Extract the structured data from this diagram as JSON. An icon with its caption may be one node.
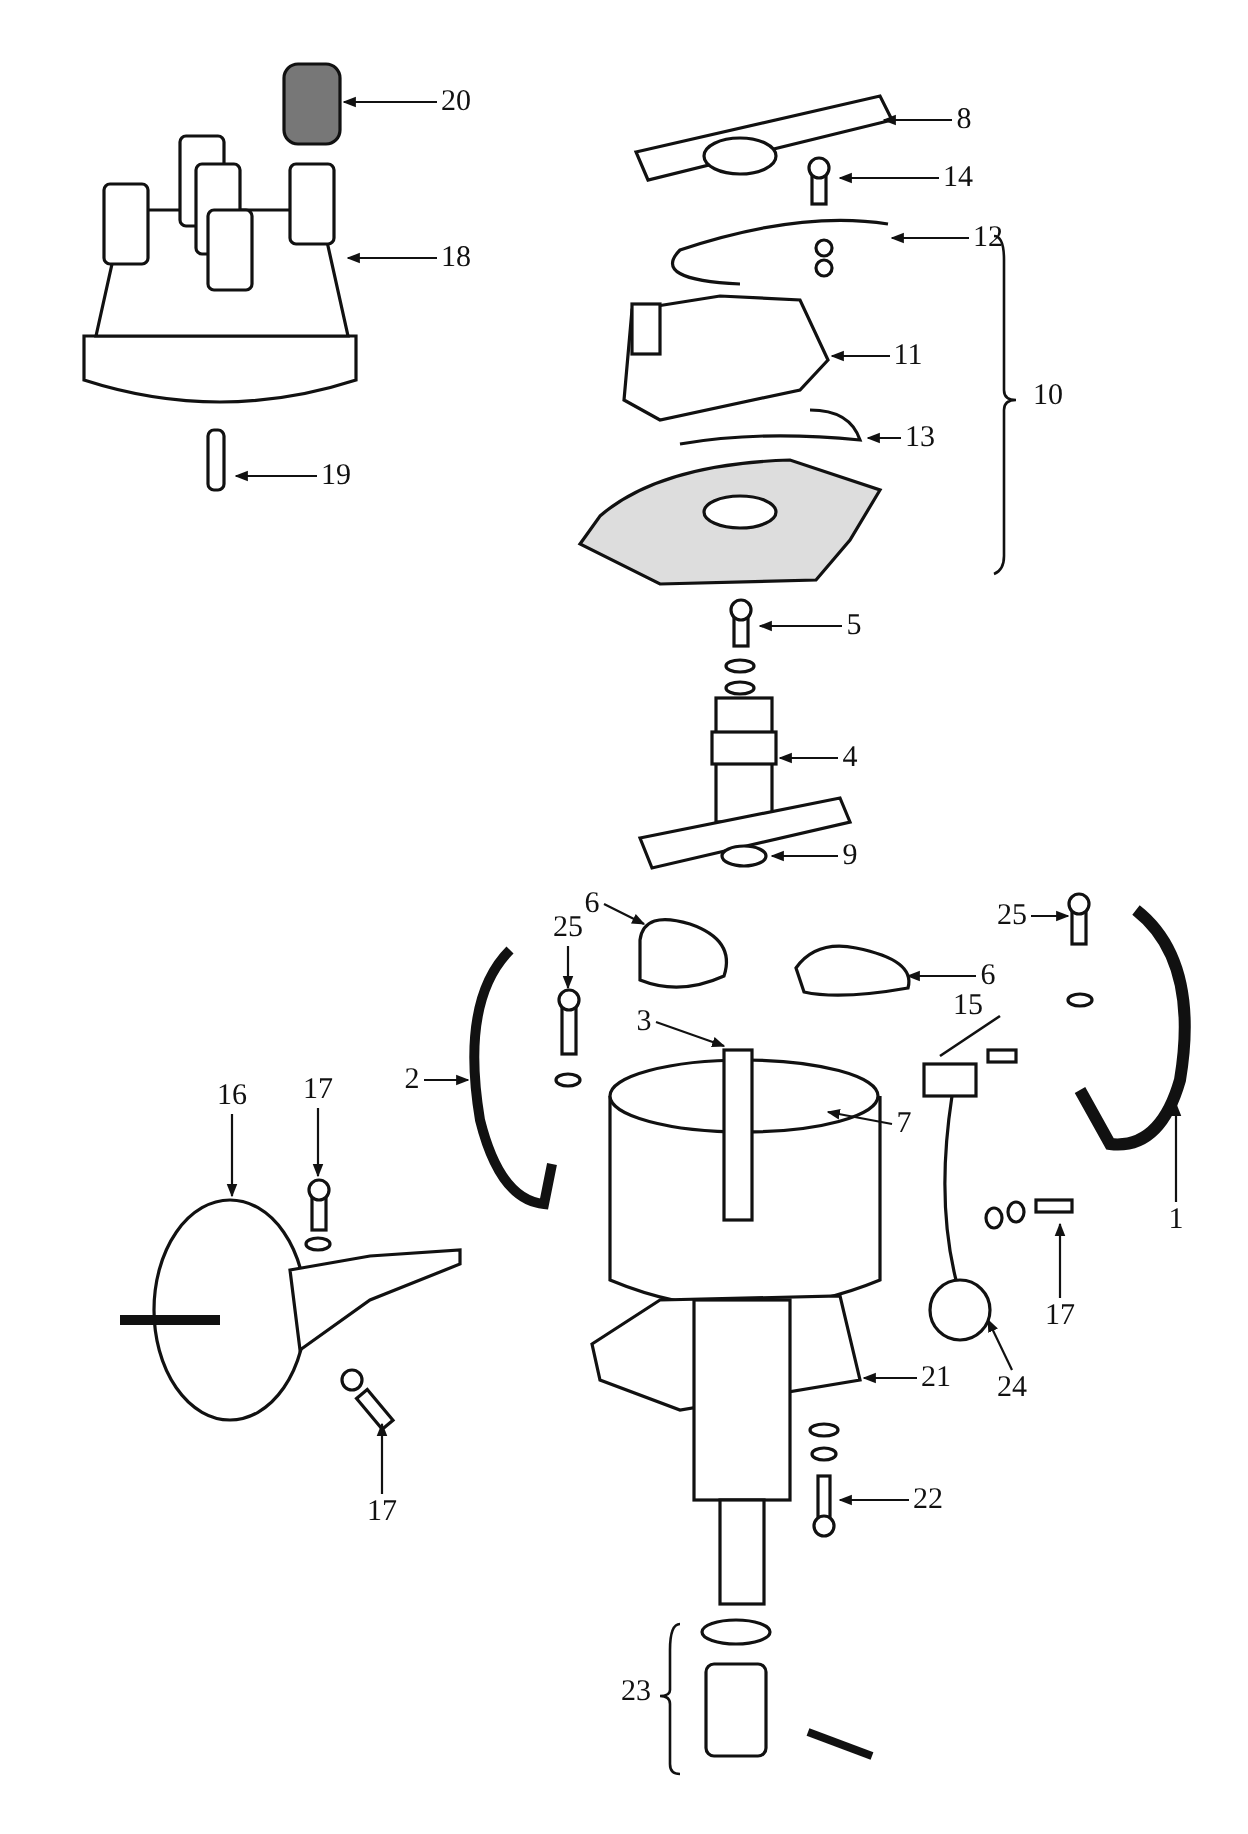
{
  "diagram": {
    "nodes": [
      {
        "text": [
          "20"
        ]
      },
      {
        "text": [
          "8"
        ]
      },
      {
        "text": [
          "14"
        ]
      },
      {
        "text": [
          "18"
        ]
      },
      {
        "text": [
          "12"
        ]
      },
      {
        "text": [
          "11"
        ]
      },
      {
        "text": [
          "13"
        ]
      },
      {
        "text": [
          "19"
        ]
      },
      {
        "text": [
          "5"
        ]
      },
      {
        "text": [
          "4"
        ]
      },
      {
        "text": [
          "9"
        ]
      },
      {
        "text": [
          "6"
        ]
      },
      {
        "text": [
          "25"
        ]
      },
      {
        "text": [
          "6"
        ]
      },
      {
        "text": [
          "25"
        ]
      },
      {
        "text": [
          "3"
        ]
      },
      {
        "text": [
          "7"
        ]
      },
      {
        "text": [
          "2"
        ]
      },
      {
        "text": [
          "16"
        ]
      },
      {
        "text": [
          "17"
        ]
      },
      {
        "text": [
          "1"
        ]
      },
      {
        "text": [
          "17"
        ]
      },
      {
        "text": [
          "21"
        ]
      },
      {
        "text": [
          "24"
        ]
      },
      {
        "text": [
          "17"
        ]
      },
      {
        "text": [
          "22"
        ]
      }
    ],
    "edges": [
      {
        "from": 0,
        "to": null,
        "arrow": "to"
      },
      {
        "from": 1,
        "to": null,
        "arrow": "to"
      },
      {
        "from": 2,
        "to": null,
        "arrow": "to"
      },
      {
        "from": 3,
        "to": null,
        "arrow": "to"
      },
      {
        "from": 4,
        "to": null,
        "arrow": "to"
      },
      {
        "from": 5,
        "to": null,
        "arrow": "to"
      },
      {
        "from": 6,
        "to": null,
        "arrow": "to"
      },
      {
        "from": 7,
        "to": null,
        "arrow": "to"
      },
      {
        "from": 8,
        "to": null,
        "arrow": "to"
      },
      {
        "from": 9,
        "to": null,
        "arrow": "to"
      },
      {
        "from": 10,
        "to": null,
        "arrow": "to"
      },
      {
        "from": 11,
        "to": null,
        "arrow": "to"
      },
      {
        "from": 12,
        "to": null,
        "arrow": "to"
      },
      {
        "from": 13,
        "to": null,
        "arrow": "to"
      },
      {
        "from": 14,
        "to": null,
        "arrow": "to"
      },
      {
        "from": 15,
        "to": null,
        "arrow": "to"
      },
      {
        "from": 16,
        "to": null,
        "arrow": "to"
      },
      {
        "from": 17,
        "to": null,
        "arrow": "to"
      },
      {
        "from": 18,
        "to": null,
        "arrow": "to"
      },
      {
        "from": 19,
        "to": null,
        "arrow": "to"
      },
      {
        "from": 20,
        "to": null,
        "arrow": "to"
      },
      {
        "from": 21,
        "to": null,
        "arrow": "to"
      },
      {
        "from": 22,
        "to": null,
        "arrow": "to"
      },
      {
        "from": 23,
        "to": null,
        "arrow": "to"
      },
      {
        "from": 24,
        "to": null,
        "arrow": "to"
      },
      {
        "from": 25,
        "to": null,
        "arrow": "to"
      }
    ],
    "labels": [
      "10",
      "15",
      "23"
    ]
  }
}
